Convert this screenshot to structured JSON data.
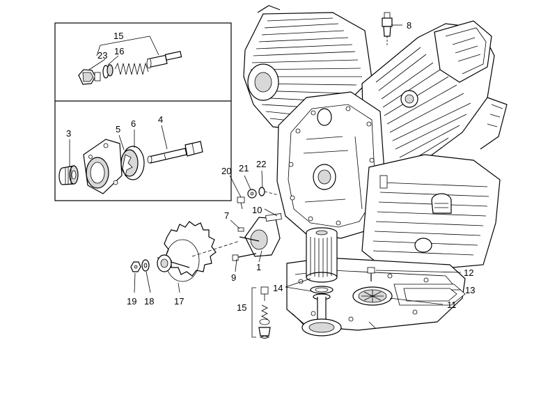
{
  "diagram": {
    "callouts": {
      "c15_inset": "15",
      "c23": "23",
      "c16": "16",
      "c3": "3",
      "c5": "5",
      "c6": "6",
      "c4": "4",
      "c8": "8",
      "c20": "20",
      "c21": "21",
      "c22": "22",
      "c7": "7",
      "c10": "10",
      "c9": "9",
      "c1": "1",
      "c19": "19",
      "c18": "18",
      "c17": "17",
      "c14": "14",
      "c15_main": "15",
      "c12": "12",
      "c13": "13",
      "c11": "11"
    }
  }
}
